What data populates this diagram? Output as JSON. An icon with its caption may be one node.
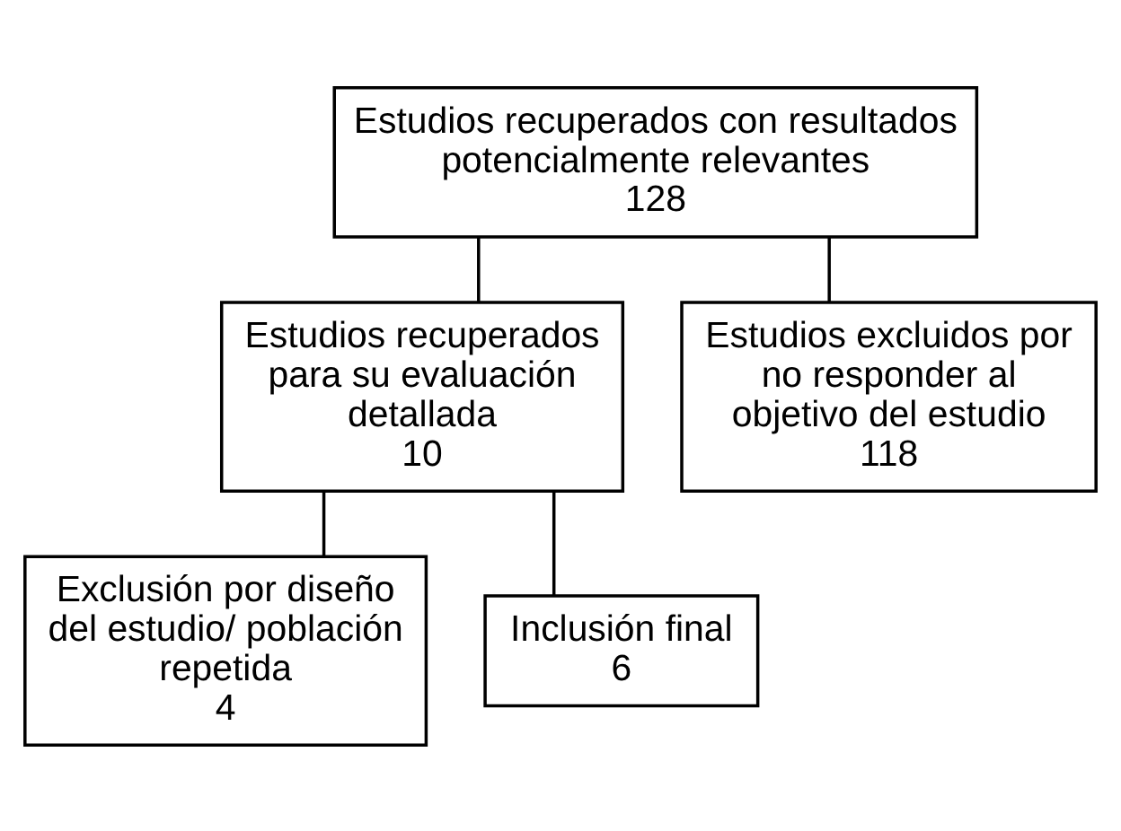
{
  "diagram": {
    "nodes": [
      {
        "text": [
          "Estudios recuperados con resultados potencialmente relevantes",
          "128"
        ]
      },
      {
        "text": [
          "Estudios recuperados para su evaluación detallada",
          "10"
        ]
      },
      {
        "text": [
          "Estudios excluidos por no responder al objetivo del estudio",
          "118"
        ]
      },
      {
        "text": [
          "Exclusión por diseño del estudio/ población repetida",
          "4"
        ]
      },
      {
        "text": [
          "Inclusión final",
          "6"
        ]
      }
    ],
    "edges": [
      {
        "from": 0,
        "to": 1,
        "arrow": "none"
      },
      {
        "from": 0,
        "to": 2,
        "arrow": "none"
      },
      {
        "from": 1,
        "to": 3,
        "arrow": "none"
      },
      {
        "from": 1,
        "to": 4,
        "arrow": "none"
      }
    ]
  }
}
